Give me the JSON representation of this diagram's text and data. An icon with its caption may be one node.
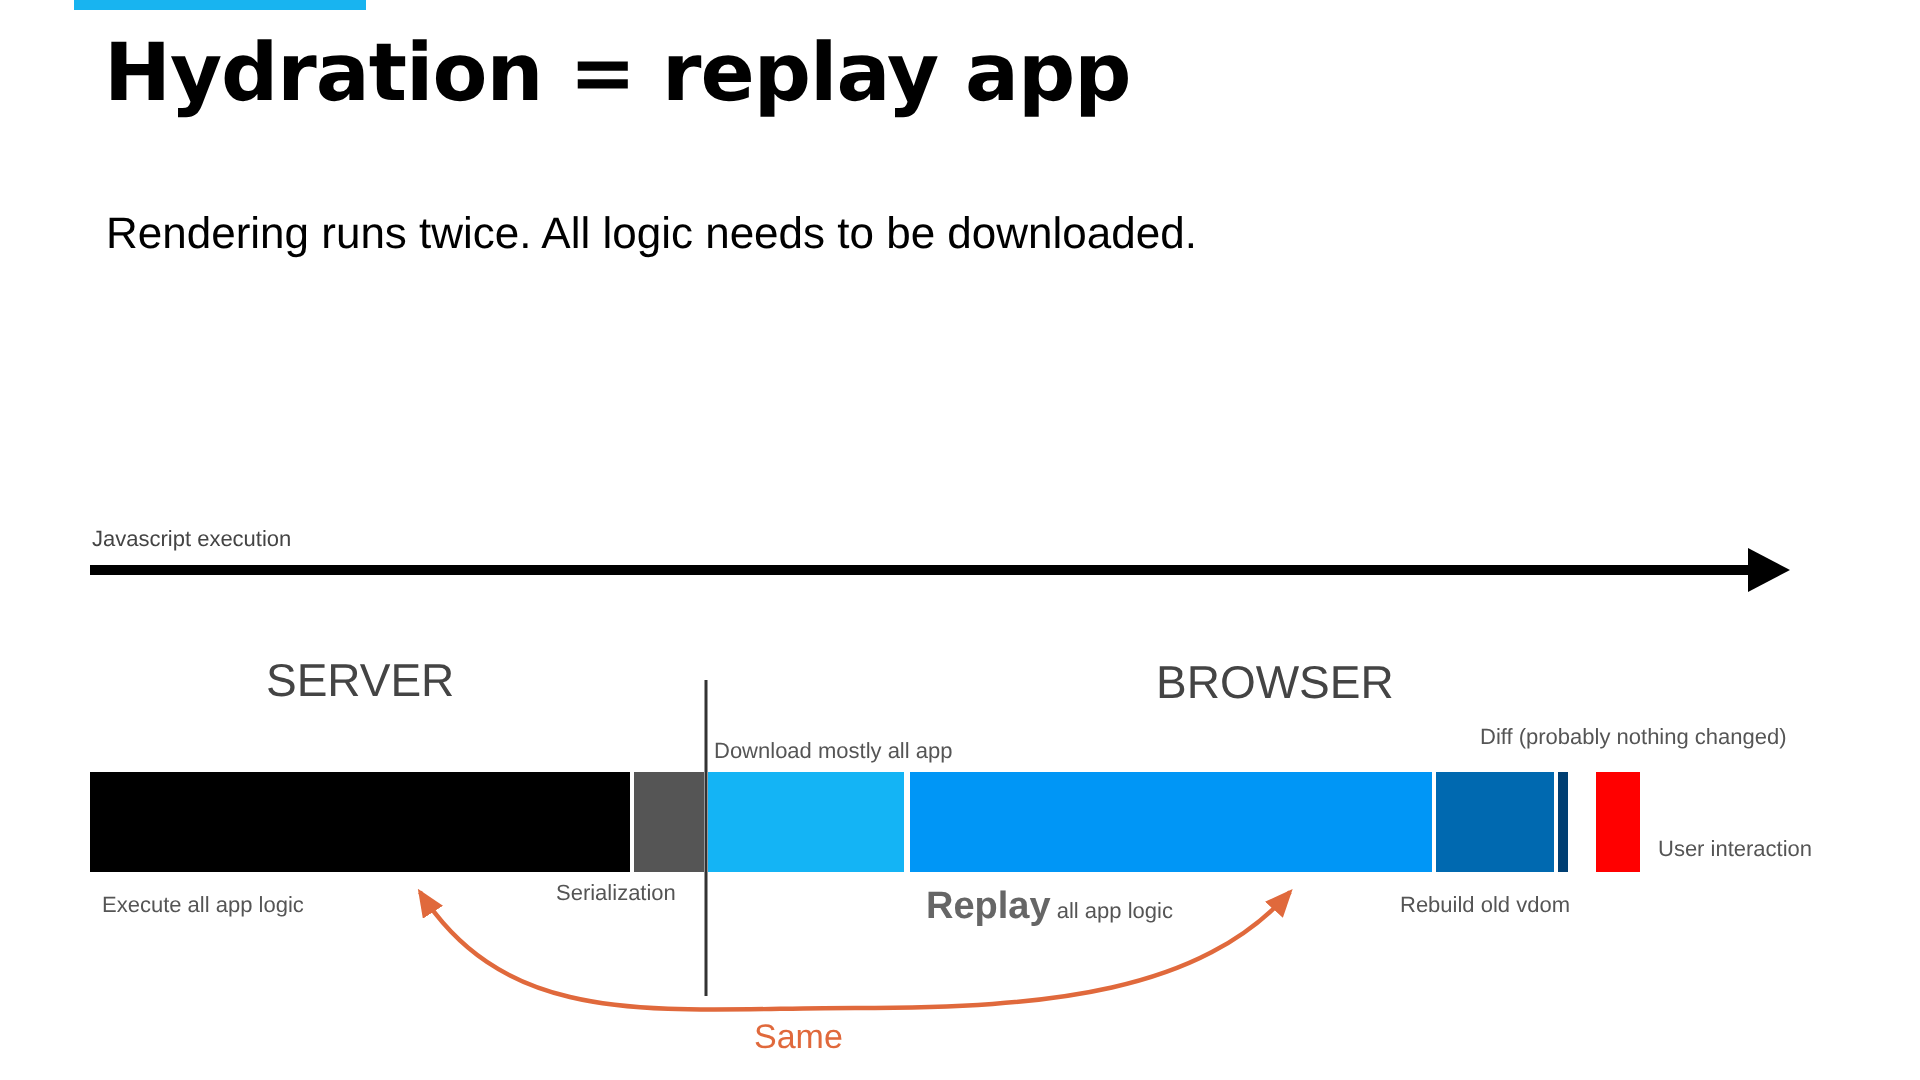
{
  "diagram": {
    "title": "Hydration = replay app",
    "caption": "Rendering runs twice. All logic needs to be downloaded.",
    "nodes": [
      {
        "text": [],
        "shape": "bar",
        "beside": [
          "Execute all app logic"
        ]
      },
      {
        "text": [],
        "shape": "bar",
        "beside": [
          "Serialization"
        ]
      },
      {
        "text": [],
        "shape": "bar",
        "beside": [
          "Download mostly all app"
        ]
      },
      {
        "text": [],
        "shape": "bar",
        "beside": [
          "**Replay** all app logic"
        ]
      },
      {
        "text": [],
        "shape": "bar",
        "beside": [
          "Rebuild old vdom"
        ]
      },
      {
        "text": [],
        "shape": "bar",
        "beside": [
          "Diff (probably nothing changed)"
        ]
      },
      {
        "text": [],
        "shape": "bar",
        "beside": [
          "User interaction"
        ]
      }
    ],
    "edges": [
      {
        "from": 0,
        "to": 3,
        "arrow": "both",
        "label": "Same",
        "color": "#e0693c"
      }
    ],
    "labels": [
      "Javascript execution",
      "SERVER",
      "BROWSER"
    ]
  }
}
